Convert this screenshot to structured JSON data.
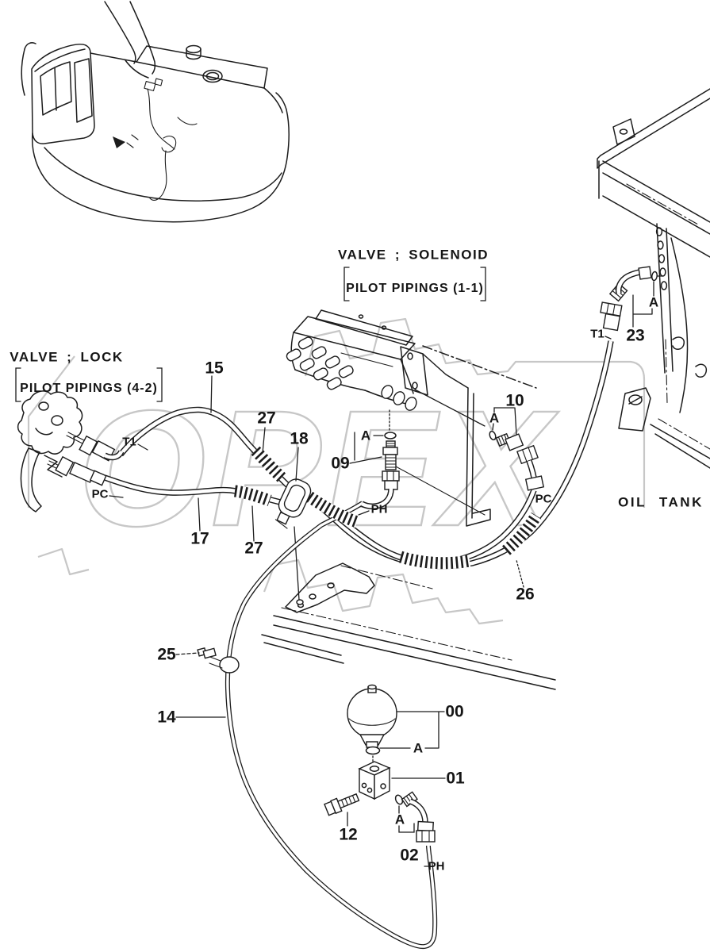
{
  "watermark": "OPEX",
  "titles": {
    "solenoid": "VALVE ; SOLENOID",
    "solenoid_sub": "PILOT PIPINGS (1-1)",
    "lock": "VALVE ; LOCK",
    "lock_sub": "PILOT PIPINGS (4-2)",
    "oil_tank": "OIL TANK"
  },
  "callouts": {
    "c15": "15",
    "c17": "17",
    "c18": "18",
    "c27a": "27",
    "c27b": "27",
    "c09": "09",
    "c10": "10",
    "c23": "23",
    "c26": "26",
    "c25": "25",
    "c14": "14",
    "c00": "00",
    "c01": "01",
    "c12": "12",
    "c02": "02"
  },
  "refs": {
    "a09": "A",
    "a10": "A",
    "a23": "A",
    "a00": "A",
    "a02": "A"
  },
  "ports": {
    "t1_left": "T1",
    "pc_left": "PC",
    "ph_center": "PH",
    "pc_right": "PC",
    "t1_right": "T1",
    "ph_bottom": "PH"
  }
}
